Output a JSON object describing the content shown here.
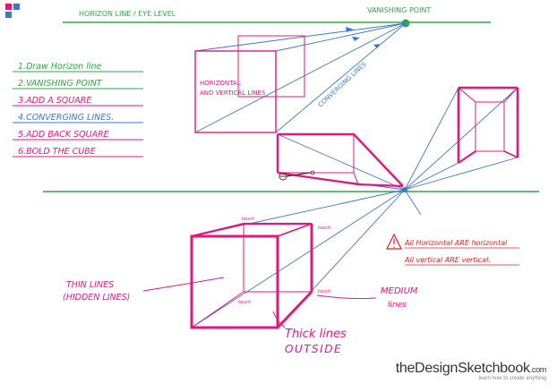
{
  "colors": {
    "horizon": "#2ea84a",
    "guide": "#3b78c8",
    "cube": "#e0197d",
    "vp": "#2ea84a",
    "warning": "#e02020",
    "steps": [
      "#2ea84a",
      "#2ea84a",
      "#e0197d",
      "#3b78c8",
      "#e0197d",
      "#e0197d"
    ]
  },
  "labels": {
    "horizon_line": "HORIZON LINE / EYE LEVEL",
    "vanishing_point": "VANISHING POINT",
    "horizontal_vertical_1": "HORIZONTAL",
    "horizontal_vertical_2": "AND VERTICAL LINES",
    "converging_lines": "CONVERGING LINES",
    "thin_lines": "THIN LINES",
    "hidden_lines": "(HIDDEN LINES)",
    "medium": "MEDIUM",
    "lines": "lines",
    "thick_lines": "Thick lines",
    "outside": "OUTSIDE",
    "touch": "touch",
    "warning_1": "All Horizontal ARE horizontal",
    "warning_2": "All vertical ARE vertical."
  },
  "steps": [
    "1.Draw Horizon line",
    "2.VANISHING POINT",
    "3.ADD A SQUARE",
    "4.CONVERGING LINES.",
    "5.ADD BACK SQUARE",
    "6.BOLD THE CUBE"
  ],
  "brand": {
    "name_main": "theDesignSketchbook",
    "name_suffix": ".com",
    "tagline": "learn how to create anything"
  }
}
